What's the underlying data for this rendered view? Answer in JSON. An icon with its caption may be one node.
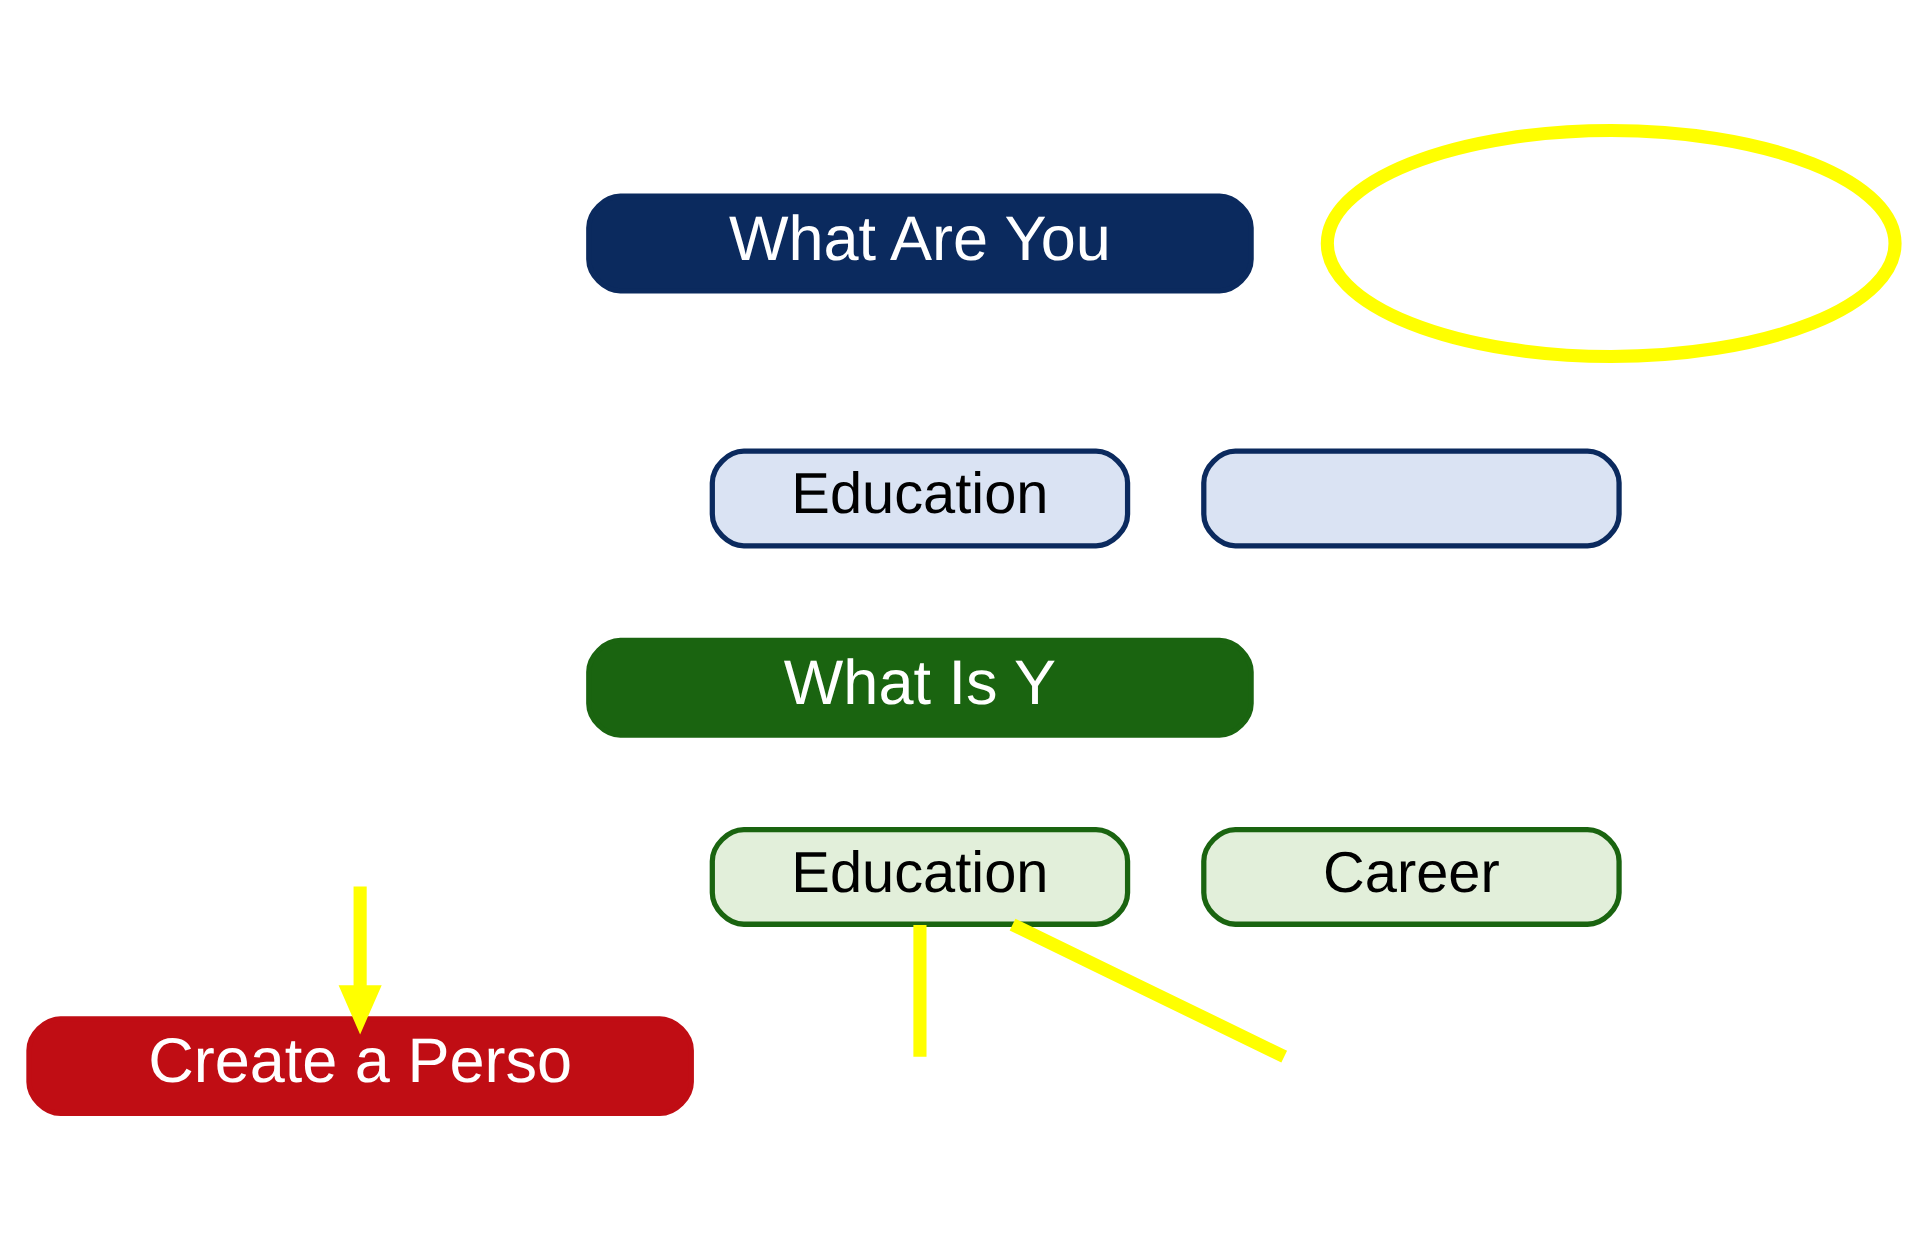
{
  "diagram": {
    "nodes": [
      {
        "text": [
          "What Are You"
        ]
      },
      {
        "text": [
          "Education"
        ]
      },
      {
        "text": [],
        "shape": "box"
      },
      {
        "text": [
          "What Is Y"
        ]
      },
      {
        "text": [
          "Education"
        ]
      },
      {
        "text": [
          "Career"
        ]
      },
      {
        "text": [
          "Create a Perso"
        ]
      },
      {
        "text": [],
        "shape": "ellipse"
      }
    ],
    "edges": [
      {
        "from": null,
        "to": 6,
        "arrow": "to",
        "color": "#ffff00"
      },
      {
        "from": 4,
        "to": null,
        "arrow": "none",
        "color": "#ffff00"
      },
      {
        "from": 4,
        "to": null,
        "arrow": "none",
        "color": "#ffff00"
      }
    ]
  }
}
